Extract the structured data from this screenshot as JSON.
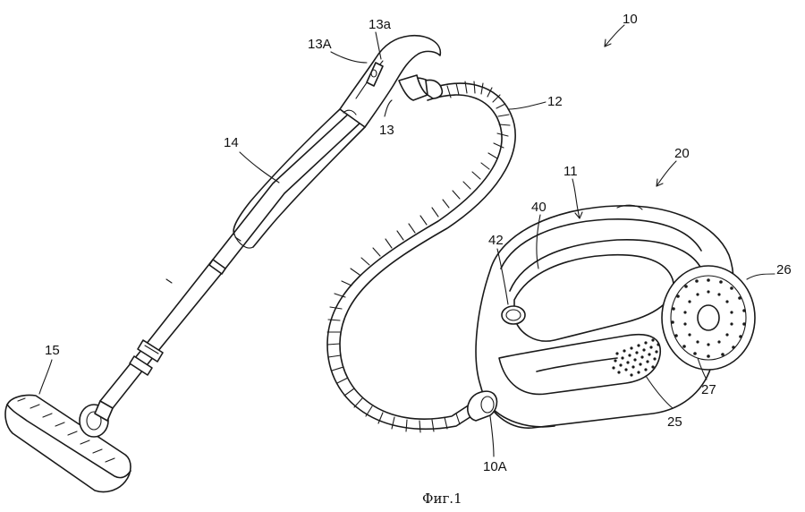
{
  "figure": {
    "caption": "Фиг.1",
    "labels": {
      "l10": "10",
      "l13a": "13a",
      "l13A": "13A",
      "l12": "12",
      "l13": "13",
      "l14": "14",
      "l20": "20",
      "l11": "11",
      "l40": "40",
      "l42": "42",
      "l26": "26",
      "l15": "15",
      "l27": "27",
      "l25": "25",
      "l10A": "10A"
    }
  }
}
